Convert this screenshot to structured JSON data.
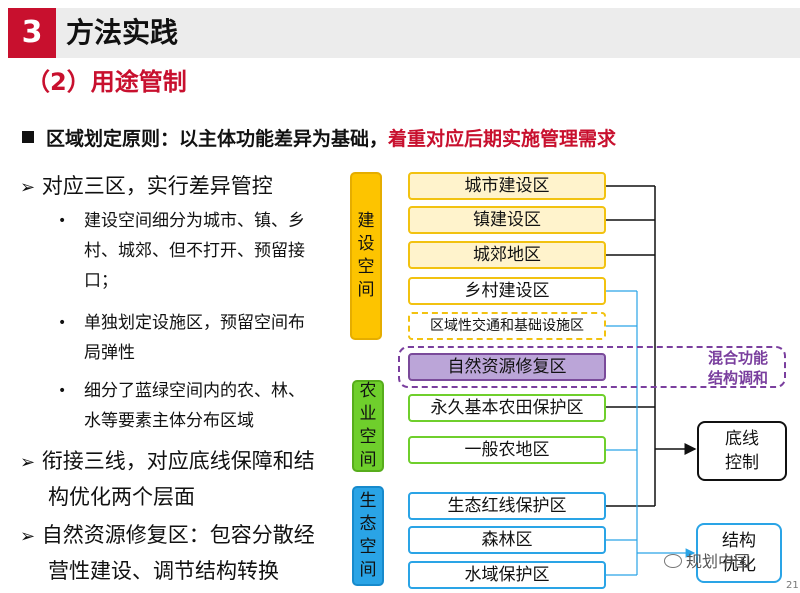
{
  "header": {
    "section_number": "3",
    "title": "方法实践"
  },
  "subtitle": "（2）用途管制",
  "principle": {
    "prefix": "区域划定原则：以主体功能差异为基础，",
    "highlight": "着重对应后期实施管理需求"
  },
  "bullets": {
    "b1": "对应三区，实行差异管控",
    "b1_sub1_l1": "建设空间细分为城市、镇、乡",
    "b1_sub1_l2": "村、城郊、但不打开、预留接",
    "b1_sub1_l3": "口；",
    "b1_sub2_l1": "单独划定设施区，预留空间布",
    "b1_sub2_l2": "局弹性",
    "b1_sub3_l1": "细分了蓝绿空间内的农、林、",
    "b1_sub3_l2": "水等要素主体分布区域",
    "b2_l1": "衔接三线，对应底线保障和结",
    "b2_l2": "构优化两个层面",
    "b3_l1": "自然资源修复区：包容分散经",
    "b3_l2": "营性建设、调节结构转换"
  },
  "categories": {
    "build": [
      "建",
      "设",
      "空",
      "间"
    ],
    "agri": [
      "农",
      "业",
      "空",
      "间"
    ],
    "eco": [
      "生",
      "态",
      "空",
      "间"
    ]
  },
  "zones": {
    "city": "城市建设区",
    "town": "镇建设区",
    "suburb": "城郊地区",
    "village": "乡村建设区",
    "facility": "区域性交通和基础设施区",
    "nature": "自然资源修复区",
    "farmland": "永久基本农田保护区",
    "general_agri": "一般农地区",
    "eco_red": "生态红线保护区",
    "forest": "森林区",
    "water": "水域保护区"
  },
  "mix_label": [
    "混合功能",
    "结构调和"
  ],
  "bottom_control": [
    "底线",
    "控制"
  ],
  "structure_opt": [
    "结构",
    "优化"
  ],
  "watermark": "规划中国",
  "page_number": "21",
  "colors": {
    "brand_red": "#c8102e",
    "build_yellow": "#fdc400",
    "agri_green": "#6fcf2c",
    "eco_blue": "#2aa4e6",
    "purple": "#7a3f9e"
  }
}
